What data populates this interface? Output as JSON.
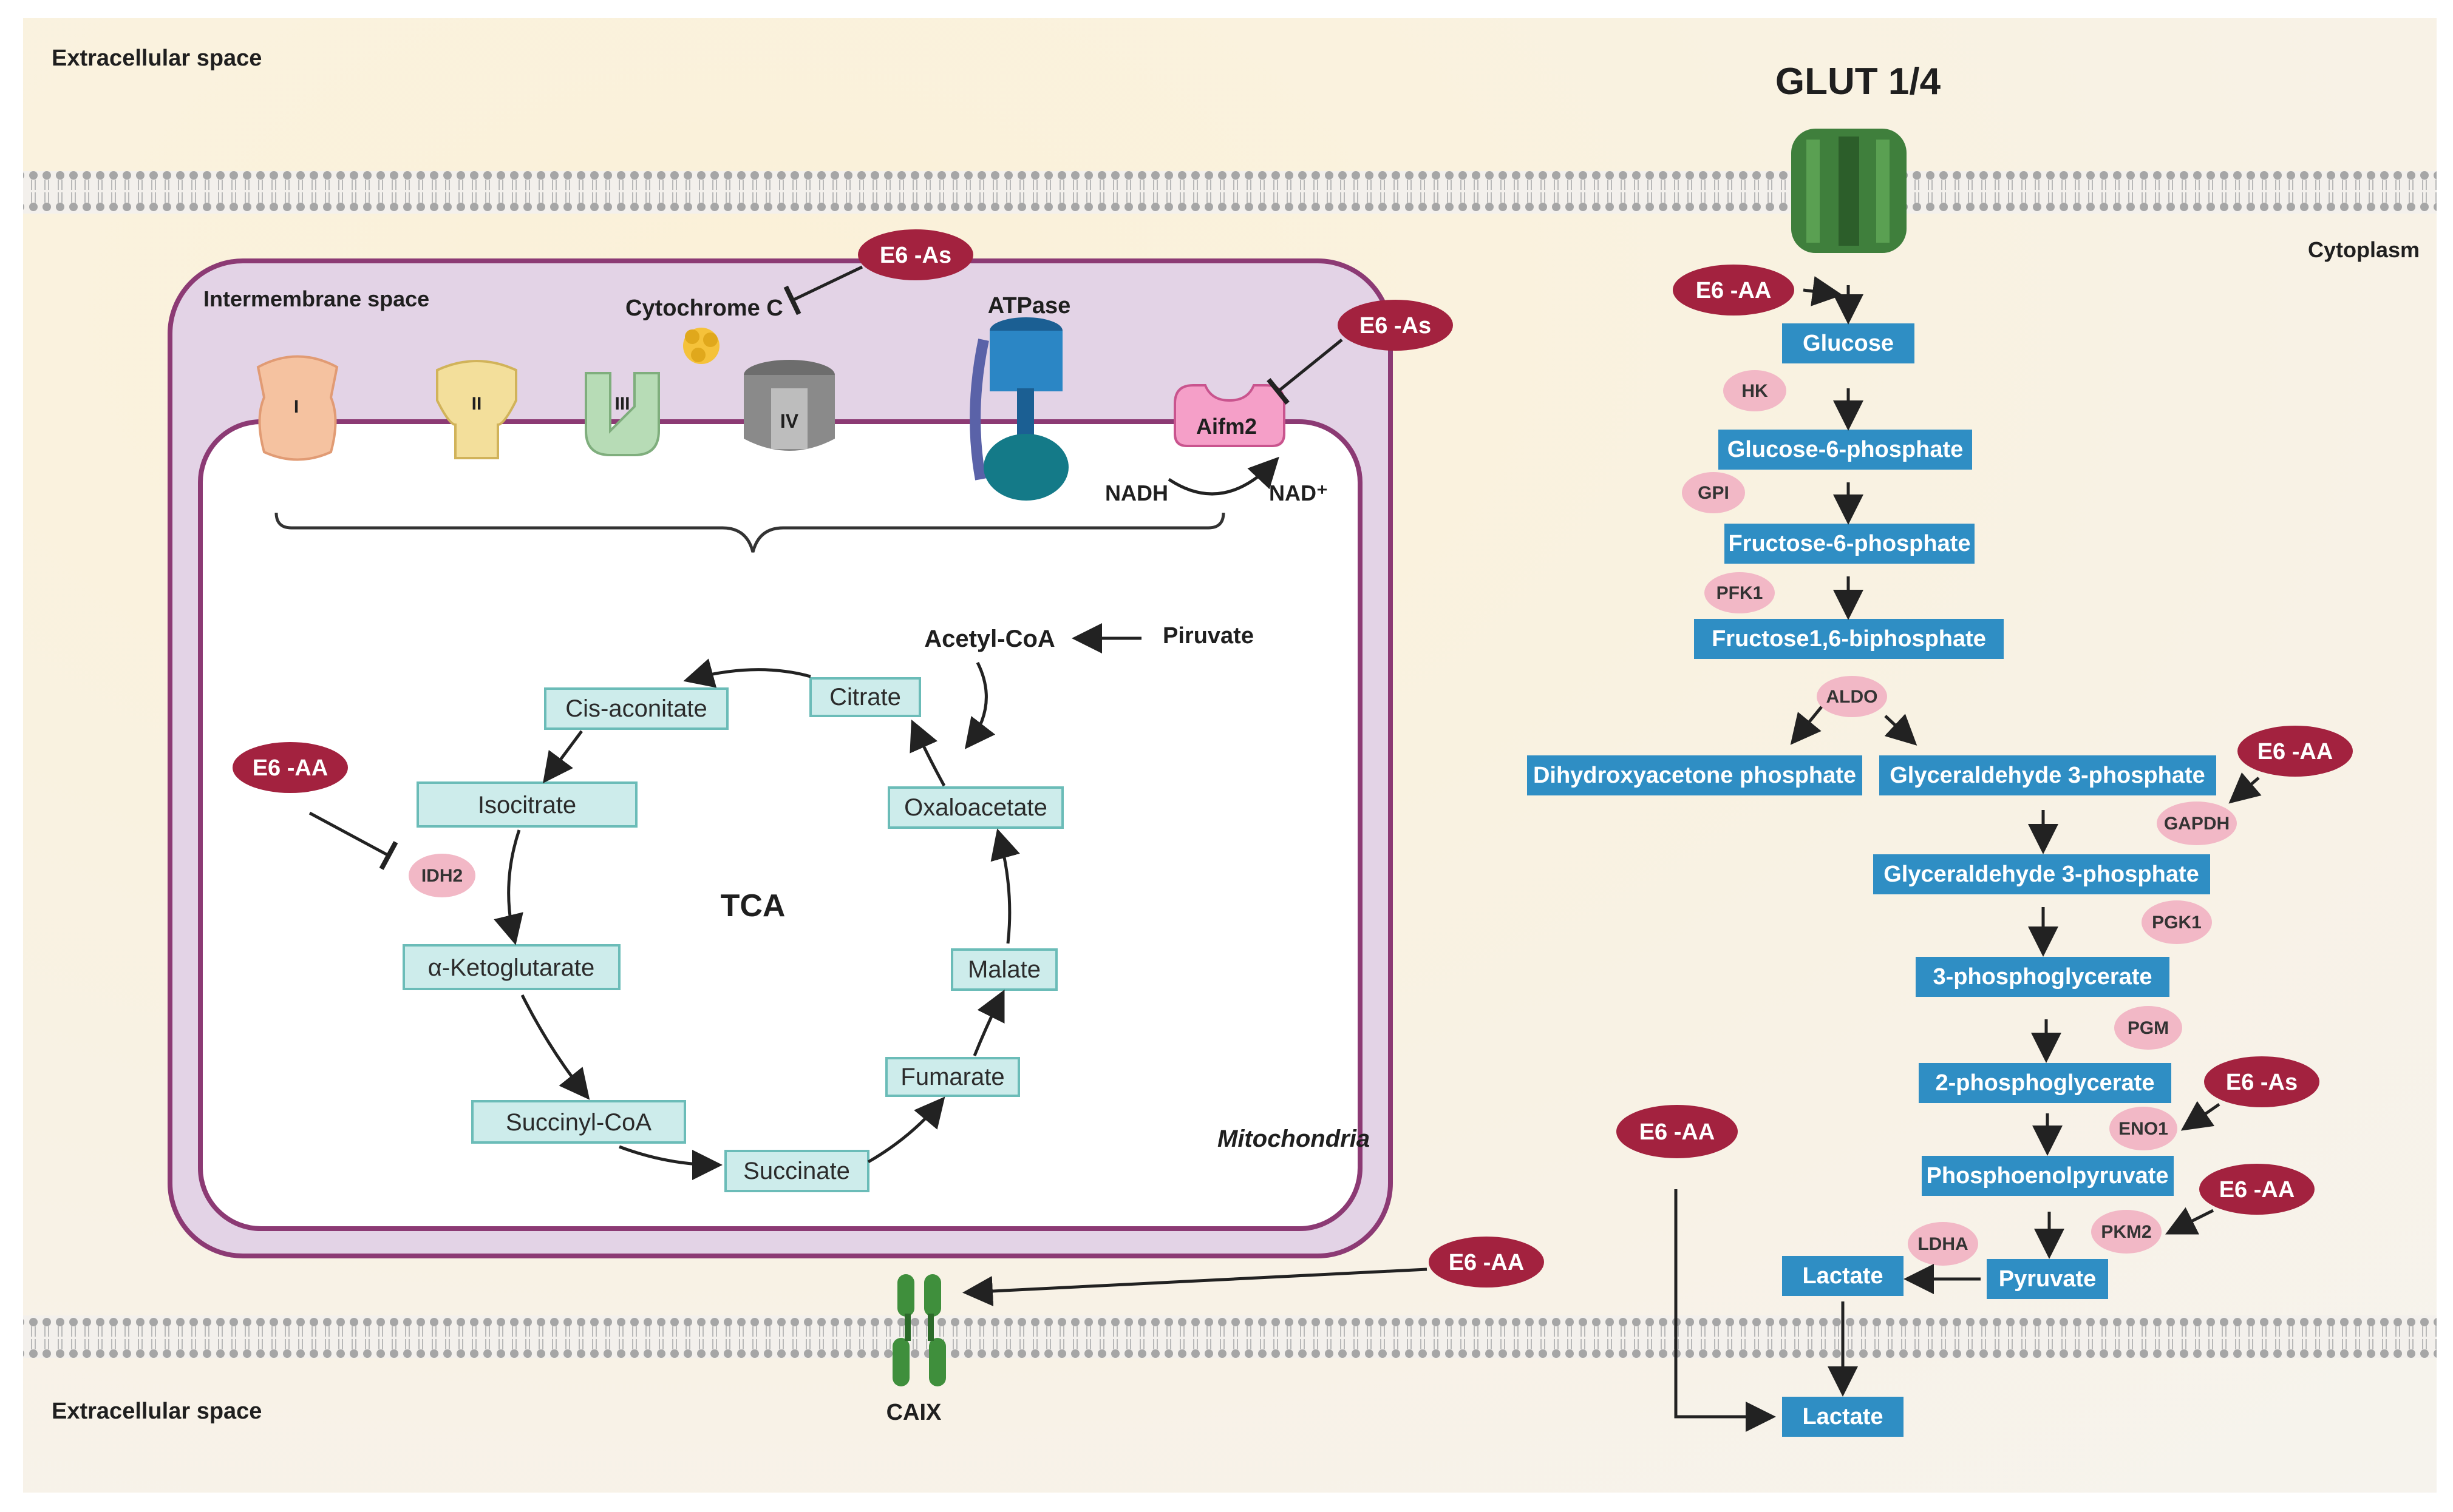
{
  "labels": {
    "extracellular_top": "Extracellular space",
    "extracellular_bottom": "Extracellular space",
    "cytoplasm": "Cytoplasm",
    "glut": "GLUT 1/4",
    "intermembrane": "Intermembrane space",
    "cytochrome": "Cytochrome C",
    "atpase": "ATPase",
    "aifm2": "Aifm2",
    "nadh": "NADH",
    "nad": "NAD⁺",
    "complex_1": "I",
    "complex_2": "II",
    "complex_3": "III",
    "complex_4": "IV",
    "tca": "TCA",
    "mitochondria": "Mitochondria",
    "caix": "CAIX",
    "acetyl_coa": "Acetyl-CoA",
    "piruvate": "Piruvate"
  },
  "tca_cycle": {
    "citrate": "Citrate",
    "cis_aconitate": "Cis-aconitate",
    "isocitrate": "Isocitrate",
    "ketoglutarate": "α-Ketoglutarate",
    "succinyl_coa": "Succinyl-CoA",
    "succinate": "Succinate",
    "fumarate": "Fumarate",
    "malate": "Malate",
    "oxaloacetate": "Oxaloacetate"
  },
  "glycolysis": {
    "glucose": "Glucose",
    "g6p": "Glucose-6-phosphate",
    "f6p": "Fructose-6-phosphate",
    "f16bp": "Fructose1,6-biphosphate",
    "dhap": "Dihydroxyacetone phosphate",
    "g3p_a": "Glyceraldehyde 3-phosphate",
    "g3p_b": "Glyceraldehyde 3-phosphate",
    "pg3": "3-phosphoglycerate",
    "pg2": "2-phosphoglycerate",
    "pep": "Phosphoenolpyruvate",
    "pyruvate": "Pyruvate",
    "lactate_in": "Lactate",
    "lactate_out": "Lactate"
  },
  "enzymes": {
    "hk": "HK",
    "gpi": "GPI",
    "pfk1": "PFK1",
    "aldo": "ALDO",
    "gapdh": "GAPDH",
    "pgk1": "PGK1",
    "pgm": "PGM",
    "eno1": "ENO1",
    "pkm2": "PKM2",
    "ldha": "LDHA",
    "idh2": "IDH2"
  },
  "inhibitors": {
    "as_cytc": "E6 -As",
    "as_aifm2": "E6 -As",
    "aa_idh2": "E6 -AA",
    "aa_glucose": "E6 -AA",
    "aa_gapdh": "E6 -AA",
    "as_eno1": "E6 -As",
    "aa_pkm2": "E6 -AA",
    "aa_lactate": "E6 -AA",
    "aa_caix": "E6 -AA"
  },
  "colors": {
    "background": "#fbf3df",
    "mito_outer": "#e3d3e6",
    "mito_border": "#8c3a74",
    "teal_box": "#cdeceb",
    "blue_box": "#2f8ec4",
    "enzyme": "#f2b8c6",
    "drug": "#a3223f",
    "glut": "#3f7f3c"
  }
}
